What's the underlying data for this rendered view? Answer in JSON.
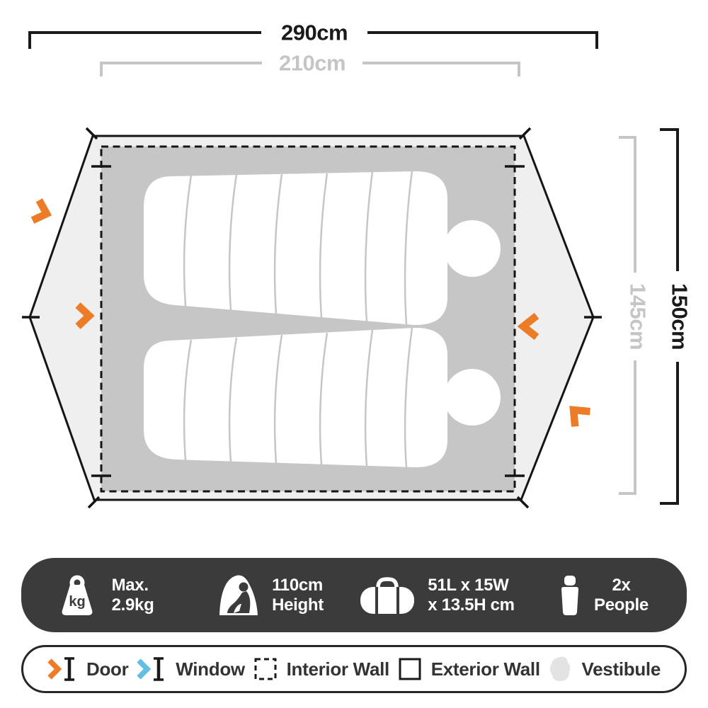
{
  "diagram": {
    "outer_width_label": "290cm",
    "inner_width_label": "210cm",
    "outer_depth_label": "150cm",
    "inner_depth_label": "145cm",
    "colors": {
      "door_accent": "#ED7C29",
      "window_accent": "#62BFE3",
      "tent_fill": "#EFEFEF",
      "floor_fill": "#C6C6C6",
      "dimension_gray": "#C5C5C5",
      "spec_bar_bg": "#3B3B3B",
      "vestibule_swatch": "#E3E3E3"
    }
  },
  "spec_bar": {
    "items": [
      {
        "icon": "weight-icon",
        "icon_text": "kg",
        "line1": "Max.",
        "line2": "2.9kg"
      },
      {
        "icon": "height-icon",
        "line1": "110cm",
        "line2": "Height"
      },
      {
        "icon": "packed-size-icon",
        "line1": "51L x 15W",
        "line2": "x 13.5H cm"
      },
      {
        "icon": "people-icon",
        "line1": "2x",
        "line2": "People"
      }
    ]
  },
  "legend": {
    "items": [
      {
        "icon": "door-icon",
        "label": "Door"
      },
      {
        "icon": "window-icon",
        "label": "Window"
      },
      {
        "icon": "interior-wall-icon",
        "label": "Interior Wall"
      },
      {
        "icon": "exterior-wall-icon",
        "label": "Exterior Wall"
      },
      {
        "icon": "vestibule-icon",
        "label": "Vestibule"
      }
    ]
  }
}
